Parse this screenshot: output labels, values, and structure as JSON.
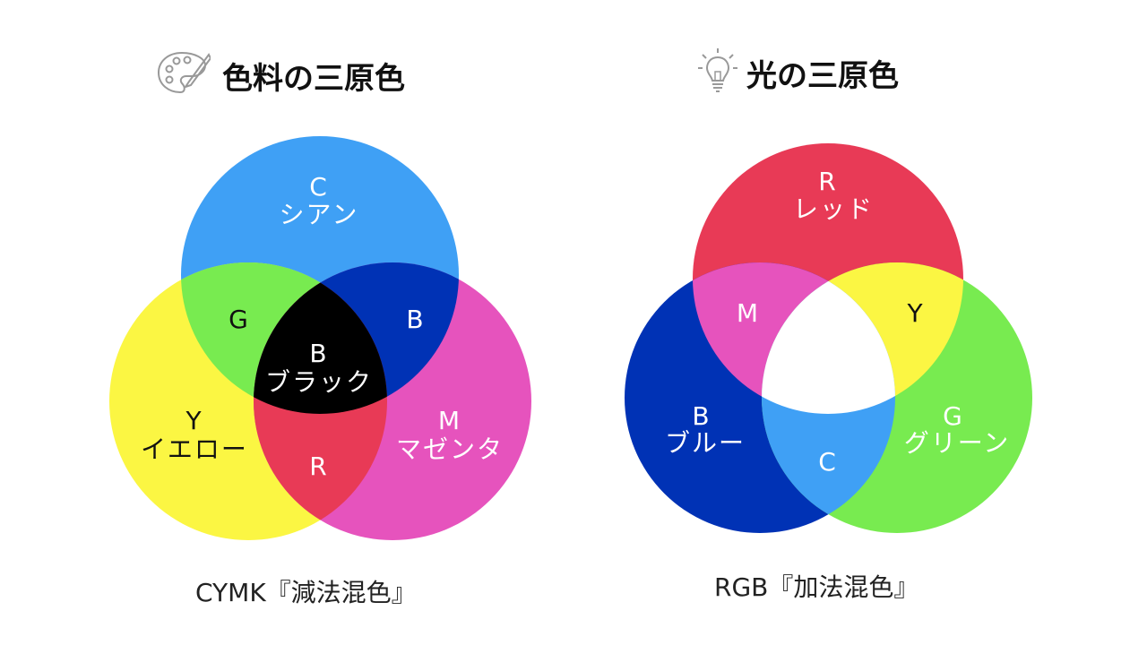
{
  "left": {
    "title": "色料の三原色",
    "icon": "palette-icon",
    "caption": "CYMK『減法混色』",
    "colors": {
      "cyan": "#3fa0f5",
      "magenta": "#e653bd",
      "yellow": "#fbf643",
      "green": "#78eb50",
      "blue": "#0032b5",
      "red": "#e83a56",
      "black": "#000000"
    },
    "labels": {
      "cyan_code": "C",
      "cyan_name": "シアン",
      "yellow_code": "Y",
      "yellow_name": "イエロー",
      "magenta_code": "M",
      "magenta_name": "マゼンタ",
      "green": "G",
      "blue": "B",
      "red": "R",
      "black_code": "B",
      "black_name": "ブラック"
    }
  },
  "right": {
    "title": "光の三原色",
    "icon": "light-bulb-icon",
    "caption": "RGB『加法混色』",
    "colors": {
      "red": "#e83a56",
      "green": "#78eb50",
      "blue": "#0032b5",
      "magenta": "#e653bd",
      "yellow": "#fbf643",
      "cyan": "#3fa0f5",
      "white": "#ffffff"
    },
    "labels": {
      "red_code": "R",
      "red_name": "レッド",
      "blue_code": "B",
      "blue_name": "ブルー",
      "green_code": "G",
      "green_name": "グリーン",
      "magenta": "M",
      "yellow": "Y",
      "cyan": "C"
    }
  }
}
